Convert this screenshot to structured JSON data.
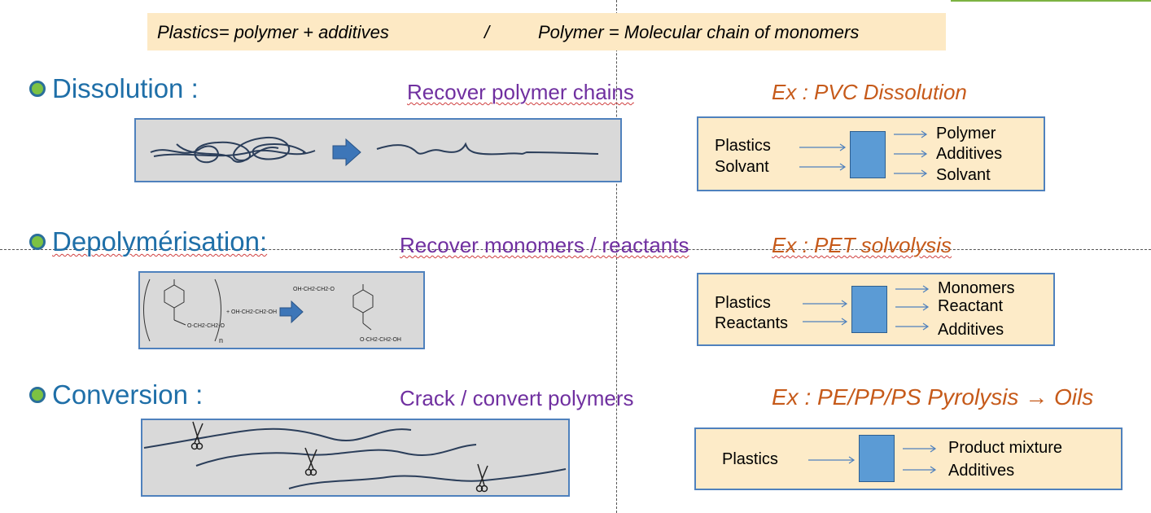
{
  "banner": {
    "left": "Plastics= polymer + additives",
    "separator": "/",
    "right": "Polymer = Molecular chain of monomers"
  },
  "sections": [
    {
      "title": "Dissolution :",
      "goal": "Recover polymer chains",
      "example": "Ex : PVC Dissolution",
      "inputs": [
        "Plastics",
        "Solvant"
      ],
      "outputs": [
        "Polymer",
        "Additives",
        "Solvant"
      ]
    },
    {
      "title": "Depolymérisation:",
      "goal": "Recover monomers / reactants",
      "example": "Ex : PET solvolysis",
      "inputs": [
        "Plastics",
        "Reactants"
      ],
      "outputs": [
        "Monomers",
        "Reactant",
        "Additives"
      ],
      "chem": {
        "top_label": "OH-CH2-CH2-O",
        "left_chain": "O-CH2-CH2-O",
        "reagent": "+ OH-CH2-CH2-OH",
        "subscript": "n",
        "right_chain": "O-CH2-CH2-OH"
      }
    },
    {
      "title": "Conversion :",
      "goal": "Crack / convert polymers",
      "example_text": "Ex : PE/PP/PS Pyrolysis",
      "example_arrow": "→",
      "example_suffix": "Oils",
      "inputs": [
        "Plastics"
      ],
      "outputs": [
        "Product mixture",
        "Additives"
      ]
    }
  ],
  "colors": {
    "heading": "#1f6fa8",
    "goal": "#7030a0",
    "example": "#c65a1a",
    "banner_bg": "#fde9c4",
    "box_bg": "#fdebc8",
    "box_border": "#4f81bd",
    "reactor": "#5b9bd5",
    "bullet": "#7cc243"
  }
}
